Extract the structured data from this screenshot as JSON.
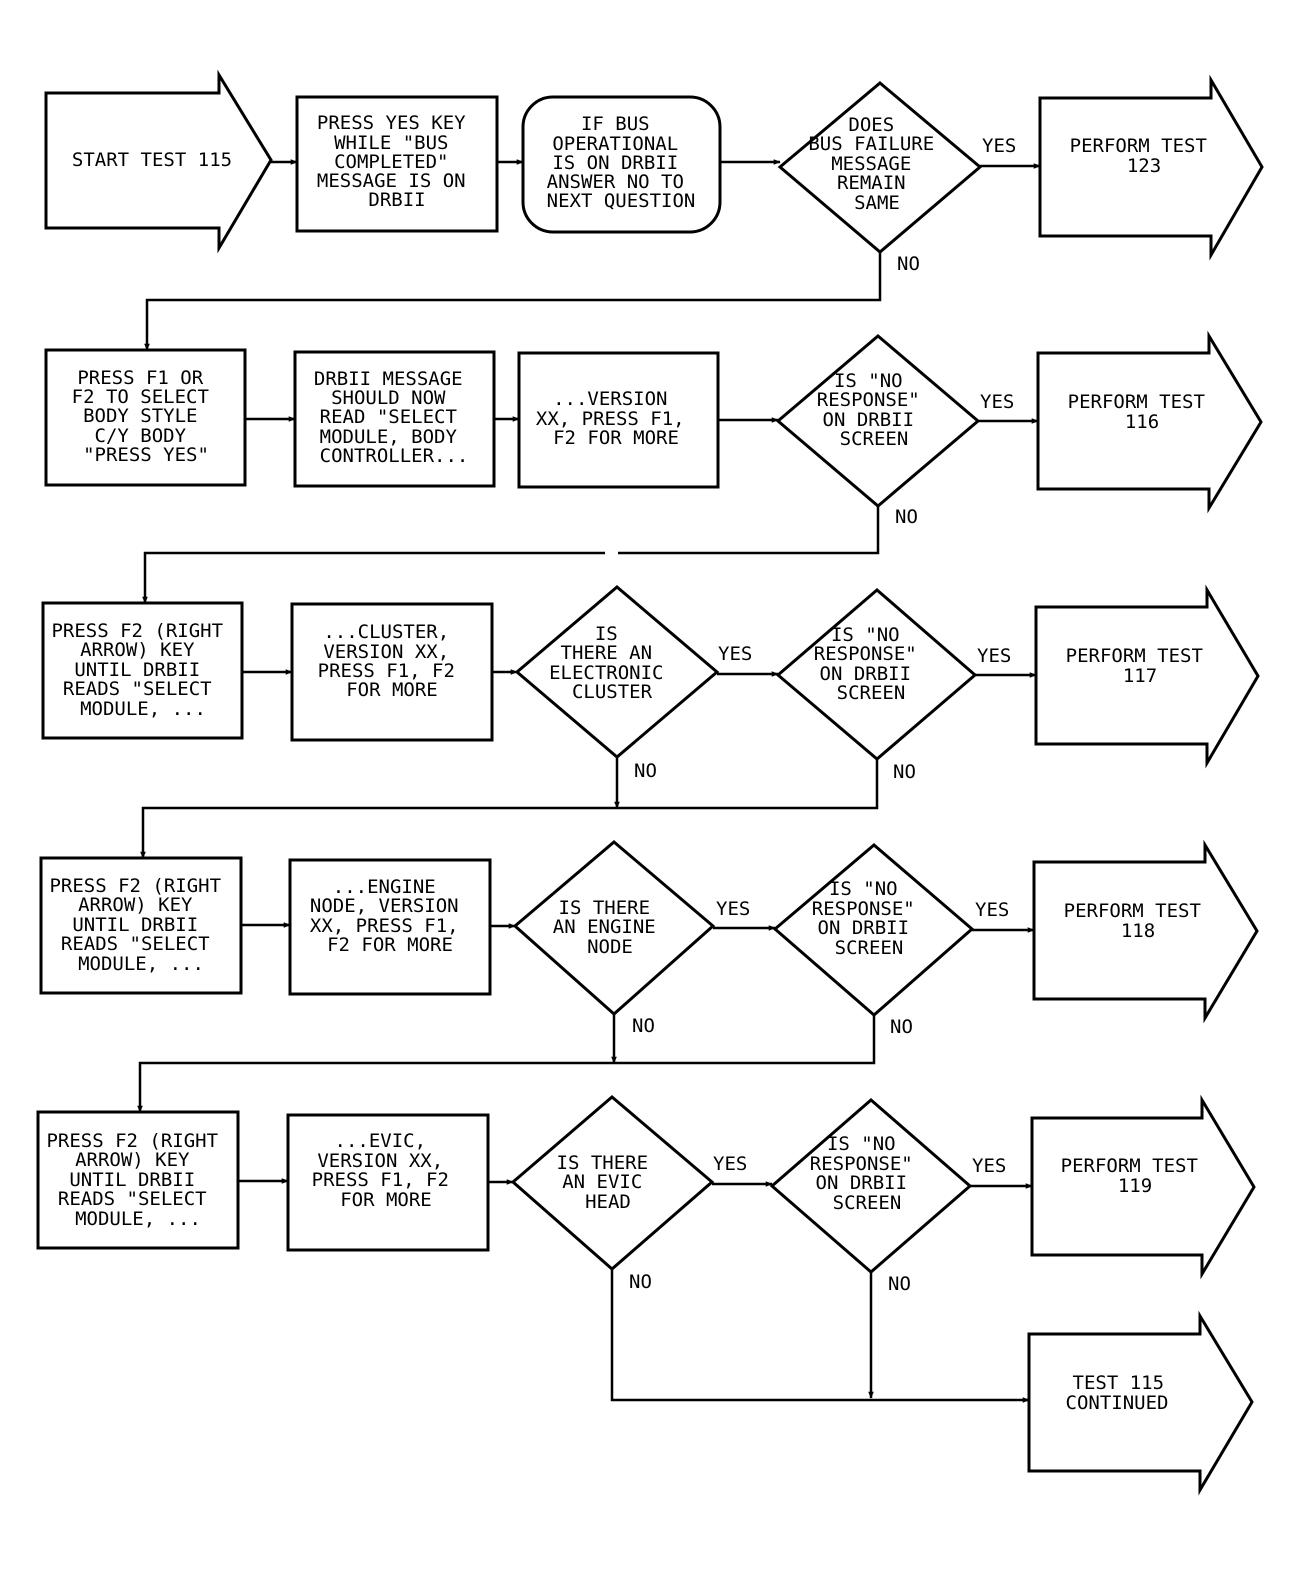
{
  "row1": {
    "start": [
      "START TEST 115"
    ],
    "box1": [
      "PRESS YES KEY",
      "WHILE \"BUS",
      "COMPLETED\"",
      "MESSAGE IS ON",
      "DRBII"
    ],
    "rounded": [
      "IF BUS",
      "OPERATIONAL",
      "IS ON DRBII",
      "ANSWER NO TO",
      "NEXT QUESTION"
    ],
    "decision": [
      "DOES",
      "BUS FAILURE",
      "MESSAGE",
      "REMAIN",
      "SAME"
    ],
    "yes": "YES",
    "no": "NO",
    "result": [
      "PERFORM TEST",
      "123"
    ]
  },
  "row2": {
    "box1": [
      "PRESS F1 OR",
      "F2 TO SELECT",
      "BODY STYLE",
      "C/Y BODY",
      "\"PRESS YES\""
    ],
    "box2": [
      "DRBII MESSAGE",
      "SHOULD NOW",
      "READ \"SELECT",
      "MODULE, BODY",
      "CONTROLLER..."
    ],
    "box3": [
      "...VERSION",
      "XX, PRESS F1,",
      "F2 FOR MORE"
    ],
    "decision": [
      "IS \"NO",
      "RESPONSE\"",
      "ON DRBII",
      "SCREEN"
    ],
    "yes": "YES",
    "no": "NO",
    "result": [
      "PERFORM TEST",
      "116"
    ]
  },
  "row3": {
    "box1": [
      "PRESS F2 (RIGHT",
      "ARROW) KEY",
      "UNTIL DRBII",
      "READS \"SELECT",
      "MODULE, ..."
    ],
    "box2": [
      "...CLUSTER,",
      "VERSION XX,",
      "PRESS F1, F2",
      "FOR MORE"
    ],
    "decision1": [
      "IS",
      "THERE AN",
      "ELECTRONIC",
      "CLUSTER"
    ],
    "decision2": [
      "IS \"NO",
      "RESPONSE\"",
      "ON DRBII",
      "SCREEN"
    ],
    "yes1": "YES",
    "yes2": "YES",
    "no1": "NO",
    "no2": "NO",
    "result": [
      "PERFORM TEST",
      "117"
    ]
  },
  "row4": {
    "box1": [
      "PRESS F2 (RIGHT",
      "ARROW) KEY",
      "UNTIL DRBII",
      "READS \"SELECT",
      "MODULE, ..."
    ],
    "box2": [
      "...ENGINE",
      "NODE, VERSION",
      "XX, PRESS F1,",
      "F2 FOR MORE"
    ],
    "decision1": [
      "IS THERE",
      "AN ENGINE",
      "NODE"
    ],
    "decision2": [
      "IS \"NO",
      "RESPONSE\"",
      "ON DRBII",
      "SCREEN"
    ],
    "yes1": "YES",
    "yes2": "YES",
    "no1": "NO",
    "no2": "NO",
    "result": [
      "PERFORM TEST",
      "118"
    ]
  },
  "row5": {
    "box1": [
      "PRESS F2 (RIGHT",
      "ARROW) KEY",
      "UNTIL DRBII",
      "READS \"SELECT",
      "MODULE, ..."
    ],
    "box2": [
      "...EVIC,",
      "VERSION XX,",
      "PRESS F1, F2",
      "FOR MORE"
    ],
    "decision1": [
      "IS THERE",
      "AN EVIC",
      "HEAD"
    ],
    "decision2": [
      "IS \"NO",
      "RESPONSE\"",
      "ON DRBII",
      "SCREEN"
    ],
    "yes1": "YES",
    "yes2": "YES",
    "no1": "NO",
    "no2": "NO",
    "result": [
      "PERFORM TEST",
      "119"
    ]
  },
  "end": {
    "result": [
      "TEST 115",
      "CONTINUED"
    ]
  }
}
